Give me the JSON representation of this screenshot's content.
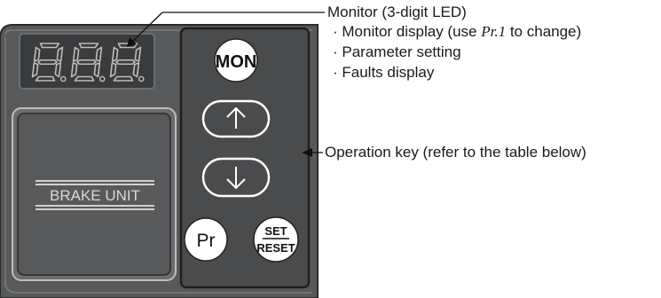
{
  "panel": {
    "led_digits": [
      "8",
      "8",
      "8"
    ],
    "unit_label": "BRAKE UNIT",
    "keys": {
      "mon": "MON",
      "up": "up-arrow-icon",
      "down": "down-arrow-icon",
      "pr": "Pr",
      "set": "SET",
      "reset": "RESET"
    },
    "colors": {
      "housing": "#58595b",
      "panel_dark": "#4a4b4d",
      "button_white": "#ffffff",
      "led_segment": "#bdbdbd"
    }
  },
  "callouts": {
    "monitor_title": "Monitor (3-digit LED)",
    "monitor_items": [
      {
        "prefix": "· Monitor display (use ",
        "param": "Pr.1",
        "suffix": " to change)"
      },
      {
        "text": "· Parameter setting"
      },
      {
        "text": "· Faults display"
      }
    ],
    "operation_key": "Operation key (refer to the table below)"
  }
}
